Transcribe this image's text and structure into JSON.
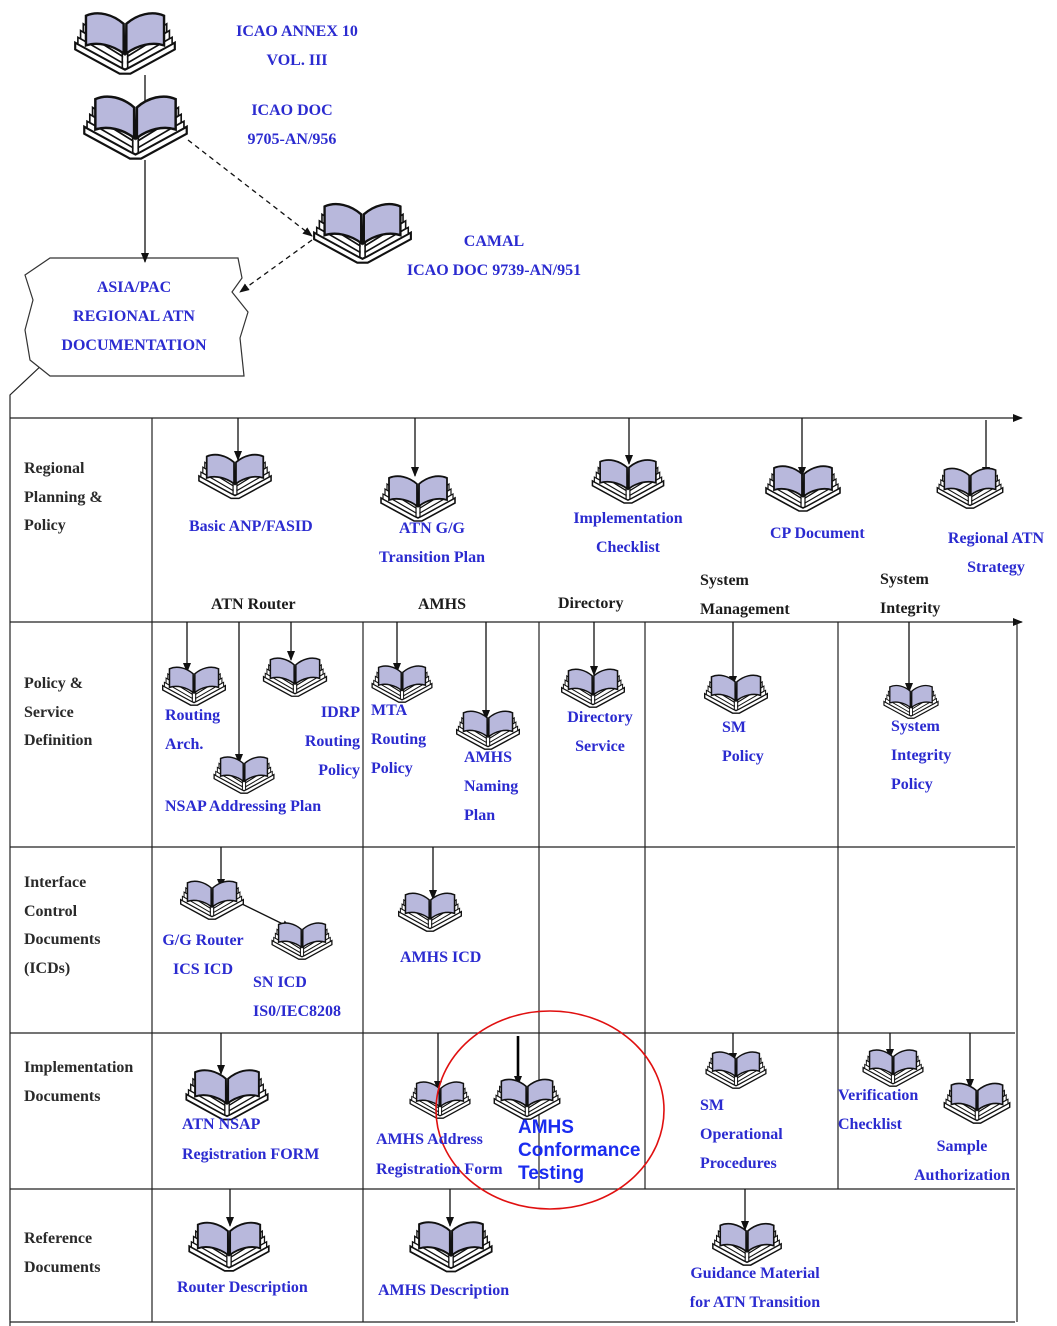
{
  "top_docs": {
    "annex10": "ICAO ANNEX 10\nVOL. III",
    "doc9705": "ICAO DOC\n9705-AN/956",
    "camal": "CAMAL\nICAO DOC 9739-AN/951",
    "asiapac": "ASIA/PAC\nREGIONAL ATN\nDOCUMENTATION"
  },
  "rows": {
    "planning": "Regional\nPlanning &\nPolicy",
    "policy_service": "Policy &\nService\nDefinition",
    "icd": "Interface\nControl\nDocuments\n(ICDs)",
    "implementation": "Implementation\nDocuments",
    "reference": "Reference\nDocuments"
  },
  "columns": {
    "atn_router": "ATN Router",
    "amhs": "AMHS",
    "directory": "Directory",
    "system_management": "System\nManagement",
    "system_integrity": "System\nIntegrity"
  },
  "planning_docs": {
    "basic_anp": "Basic ANP/FASID",
    "atn_gg": "ATN G/G\nTransition Plan",
    "impl_checklist": "Implementation\nChecklist",
    "cp_document": "CP Document",
    "regional_strategy": "Regional ATN\nStrategy"
  },
  "policy_docs": {
    "routing_arch": "Routing\nArch.",
    "idrp": "IDRP\nRouting\nPolicy",
    "nsap_plan": "NSAP Addressing Plan",
    "mta_routing": "MTA\nRouting\nPolicy",
    "amhs_naming": "AMHS\nNaming\nPlan",
    "directory_service": "Directory\nService",
    "sm_policy": "SM\nPolicy",
    "system_integrity_policy": "System\nIntegrity\nPolicy"
  },
  "icd_docs": {
    "gg_router_ics": "G/G Router\nICS ICD",
    "sn_icd": "SN ICD\nIS0/IEC8208",
    "amhs_icd": "AMHS ICD"
  },
  "impl_docs": {
    "atn_nsap_form": "ATN NSAP\nRegistration FORM",
    "amhs_address_form": "AMHS Address\nRegistration Form",
    "amhs_conformance": "AMHS\nConformance\nTesting",
    "sm_procedures": "SM\nOperational\nProcedures",
    "verification_checklist": "Verification\nChecklist",
    "sample_authorization": "Sample\nAuthorization"
  },
  "reference_docs": {
    "router_description": "Router Description",
    "amhs_description": "AMHS Description",
    "guidance_material": "Guidance Material\nfor ATN Transition"
  },
  "colors": {
    "label_blue": "#2b2bd0",
    "highlight_blue": "#1a2cf0",
    "highlight_circle": "#e01010",
    "book_fill": "#b8b8dc",
    "line": "#111111"
  }
}
